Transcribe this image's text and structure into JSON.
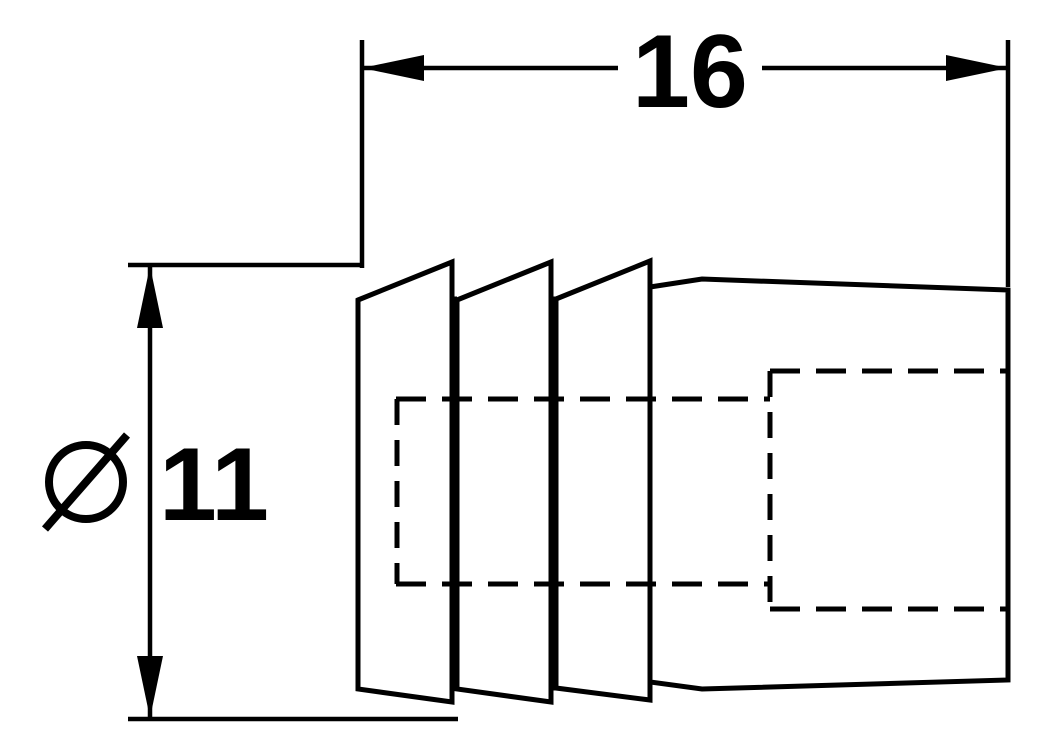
{
  "page": {
    "background": "#ffffff",
    "ink_color": "#000000"
  },
  "drawing": {
    "type": "technical-dimension-drawing",
    "dimensions": {
      "width": {
        "value": "16"
      },
      "diameter": {
        "symbol": "Ø",
        "value": "11"
      }
    }
  }
}
